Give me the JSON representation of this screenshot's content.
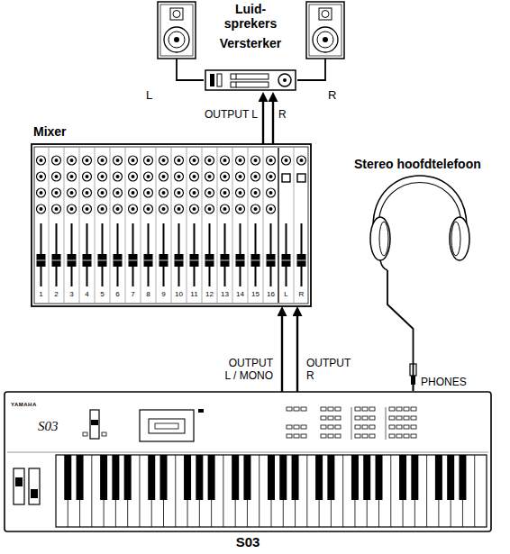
{
  "diagram": {
    "nodes": [
      {
        "text": [
          "L"
        ]
      },
      {
        "text": [
          "R"
        ]
      },
      {
        "text": [
          "Versterker"
        ]
      },
      {
        "text": [
          "Mixer"
        ]
      },
      {
        "text": [
          "Stereo hoofdtelefoon"
        ]
      },
      {
        "text": [
          "S03"
        ]
      }
    ],
    "edges": [
      {
        "from": 5,
        "to": 3,
        "arrow": "to",
        "label": "OUTPUT L / MONO"
      },
      {
        "from": 5,
        "to": 3,
        "arrow": "to",
        "label": "OUTPUT R"
      },
      {
        "from": 3,
        "to": 2,
        "arrow": "to",
        "label": "OUTPUT L"
      },
      {
        "from": 3,
        "to": 2,
        "arrow": "to",
        "label": "R"
      },
      {
        "from": 2,
        "to": 0,
        "arrow": "none"
      },
      {
        "from": 2,
        "to": 1,
        "arrow": "none"
      },
      {
        "from": 5,
        "to": 4,
        "arrow": "none",
        "label": "PHONES"
      }
    ],
    "labels": [
      "Luid- sprekers",
      "1",
      "2",
      "3",
      "4",
      "5",
      "6",
      "7",
      "8",
      "9",
      "10",
      "11",
      "12",
      "13",
      "14",
      "15",
      "16",
      "L",
      "R",
      "YAMAHA",
      "S03"
    ]
  }
}
